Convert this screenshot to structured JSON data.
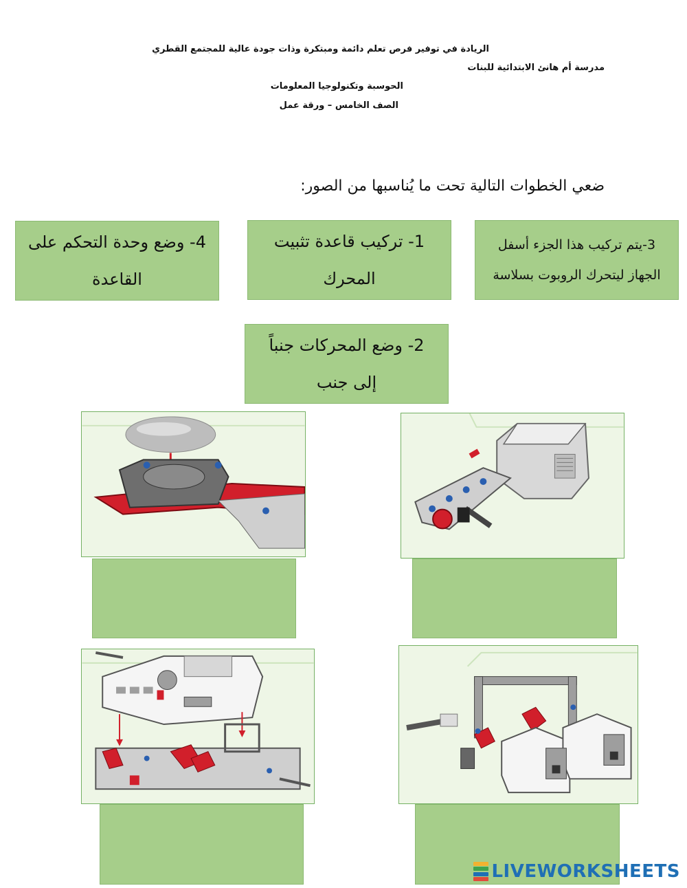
{
  "header": {
    "vision": "الريادة في توفير فرص تعلم دائمة ومبتكرة وذات جودة عالية للمجتمع القطري",
    "school": "مدرسة أم هانئ الابتدائية للبنات",
    "subject": "الحوسبة وتكنولوجيا المعلومات",
    "grade": "الصف الخامس – ورقة عمل"
  },
  "instruction": "ضعي الخطوات التالية تحت ما يُناسبها من الصور:",
  "steps": {
    "step3": "3-يتم تركيب هذا الجزء أسفل الجهاز ليتحرك الروبوت بسلاسة",
    "step1": "1- تركيب قاعدة تثبيت المحرك",
    "step4": "4- وضع وحدة التحكم على القاعدة",
    "step2": "2- وضع المحركات جنباً إلى جنب"
  },
  "images": [
    {
      "icon": "motor-mount-illustration"
    },
    {
      "icon": "caster-ball-illustration"
    },
    {
      "icon": "motors-side-by-side-illustration"
    },
    {
      "icon": "brick-on-base-illustration"
    }
  ],
  "brand": {
    "name": "LIVEWORKSHEETS",
    "color": "#1f6fb5"
  }
}
